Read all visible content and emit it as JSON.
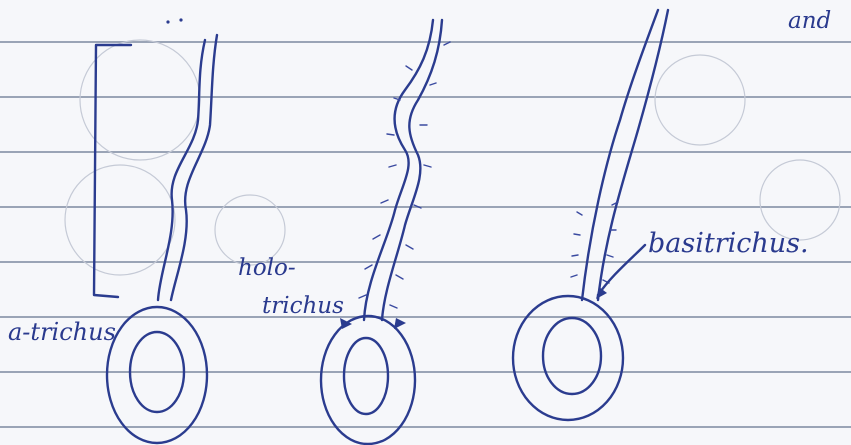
{
  "labels": {
    "label_1": "a-trichus",
    "label_2_line1": "holo-",
    "label_2_line2": "trichus",
    "label_3": "basitrichus.",
    "label_corner": "and"
  }
}
